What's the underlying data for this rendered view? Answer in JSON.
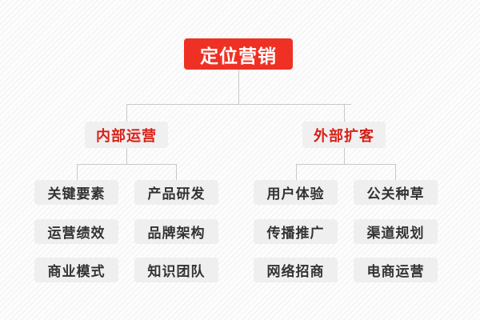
{
  "diagram": {
    "type": "org-chart",
    "title": "定位营销",
    "background": "#fdfdfd",
    "accent_color": "#ee3124",
    "branch_text_color": "#d81f16",
    "leaf_text_color": "#333333",
    "box_color": "#efefef",
    "line_color": "#c9c9c9",
    "root": {
      "label": "定位营销"
    },
    "branches": [
      {
        "label": "内部运营",
        "children": [
          {
            "label": "关键要素"
          },
          {
            "label": "产品研发"
          },
          {
            "label": "运营绩效"
          },
          {
            "label": "品牌架构"
          },
          {
            "label": "商业模式"
          },
          {
            "label": "知识团队"
          }
        ]
      },
      {
        "label": "外部扩客",
        "children": [
          {
            "label": "用户体验"
          },
          {
            "label": "公关种草"
          },
          {
            "label": "传播推广"
          },
          {
            "label": "渠道规划"
          },
          {
            "label": "网络招商"
          },
          {
            "label": "电商运营"
          }
        ]
      }
    ]
  }
}
